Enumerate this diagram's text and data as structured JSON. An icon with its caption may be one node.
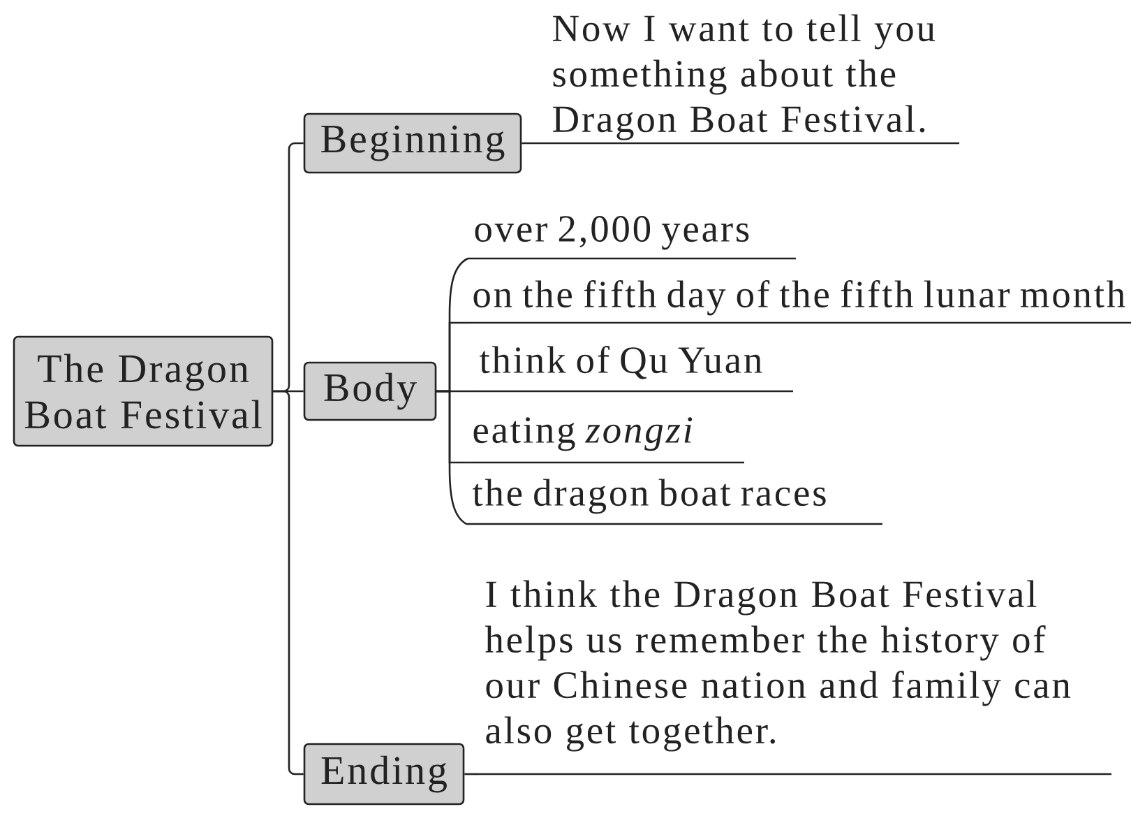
{
  "diagram": {
    "nodes": [
      {
        "text": [
          "The Dragon Boat Festival"
        ]
      },
      {
        "text": [
          "Beginning"
        ]
      },
      {
        "text": [
          "Now I want to tell you something about the Dragon Boat Festival."
        ]
      },
      {
        "text": [
          "Body"
        ]
      },
      {
        "text": [
          "over 2,000 years"
        ]
      },
      {
        "text": [
          "on the fifth day of the fifth lunar month"
        ]
      },
      {
        "text": [
          "think of Qu Yuan"
        ]
      },
      {
        "text": [
          "eating *zongzi*"
        ]
      },
      {
        "text": [
          "the dragon boat races"
        ]
      },
      {
        "text": [
          "Ending"
        ]
      },
      {
        "text": [
          "I think the Dragon Boat Festival helps us remember the history of our Chinese nation and family can also get together."
        ]
      }
    ],
    "edges": [
      {
        "from": 0,
        "to": 1,
        "arrow": "none"
      },
      {
        "from": 1,
        "to": 2,
        "arrow": "none"
      },
      {
        "from": 0,
        "to": 3,
        "arrow": "none"
      },
      {
        "from": 3,
        "to": 4,
        "arrow": "none"
      },
      {
        "from": 3,
        "to": 5,
        "arrow": "none"
      },
      {
        "from": 3,
        "to": 6,
        "arrow": "none"
      },
      {
        "from": 3,
        "to": 7,
        "arrow": "none"
      },
      {
        "from": 3,
        "to": 8,
        "arrow": "none"
      },
      {
        "from": 0,
        "to": 9,
        "arrow": "none"
      },
      {
        "from": 9,
        "to": 10,
        "arrow": "none"
      }
    ]
  }
}
